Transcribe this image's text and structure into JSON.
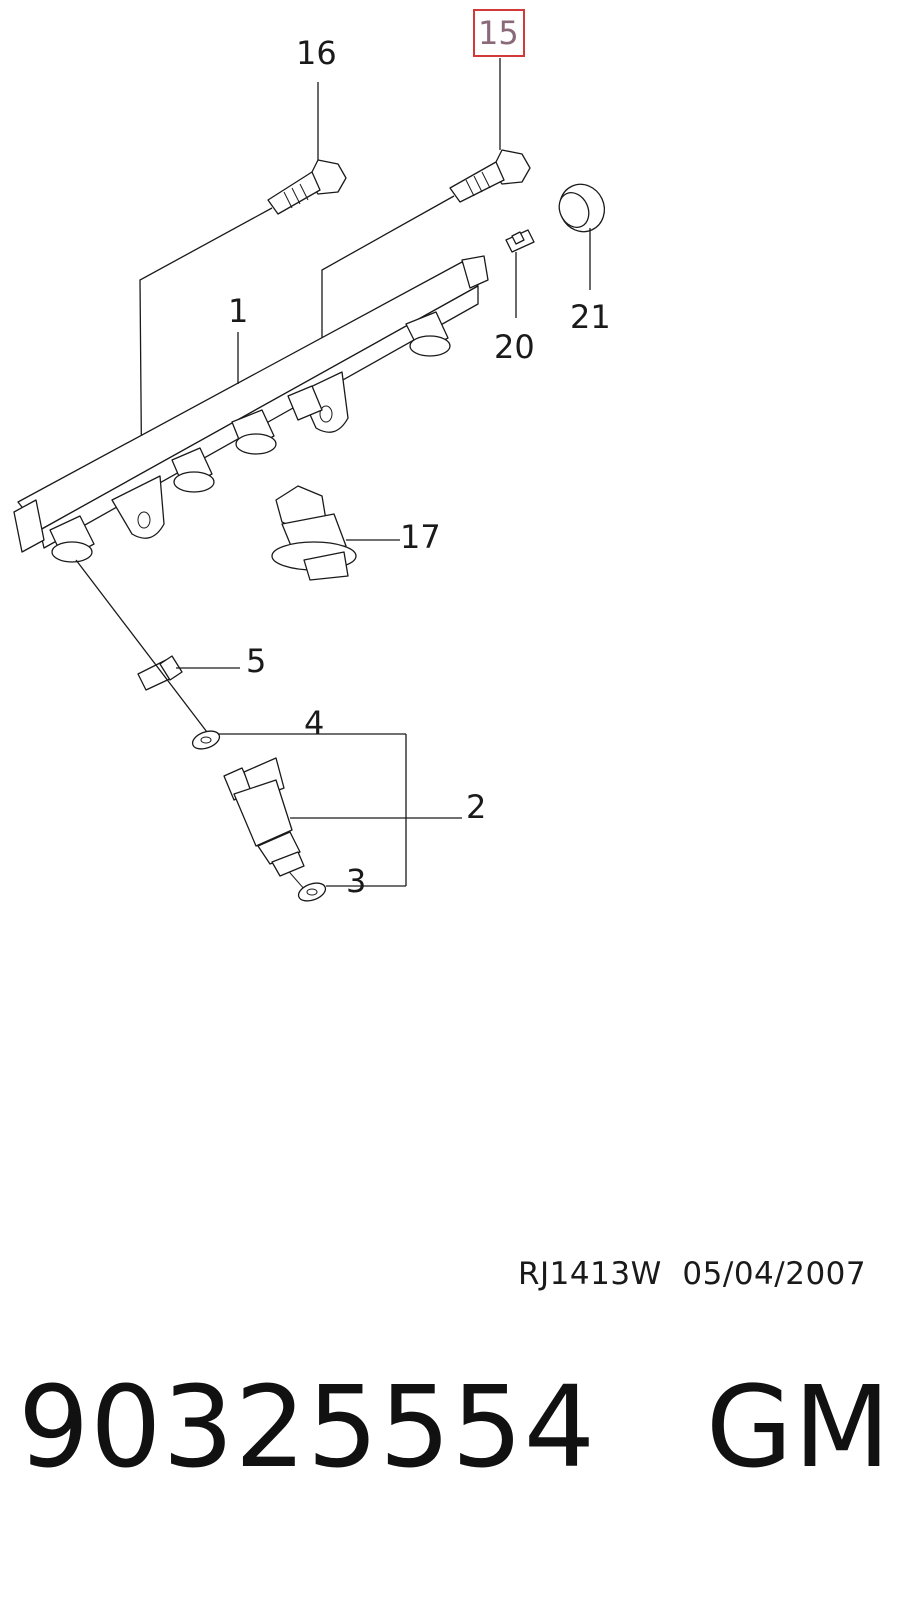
{
  "diagram": {
    "callouts": {
      "c1": "1",
      "c2": "2",
      "c3": "3",
      "c4": "4",
      "c5": "5",
      "c15": "15",
      "c16": "16",
      "c17": "17",
      "c20": "20",
      "c21": "21"
    },
    "highlighted_callout": "15",
    "highlight_color": "#d23a3a"
  },
  "footer": {
    "drawing_code": "RJ1413W  05/04/2007",
    "part_number": "90325554   GM"
  }
}
